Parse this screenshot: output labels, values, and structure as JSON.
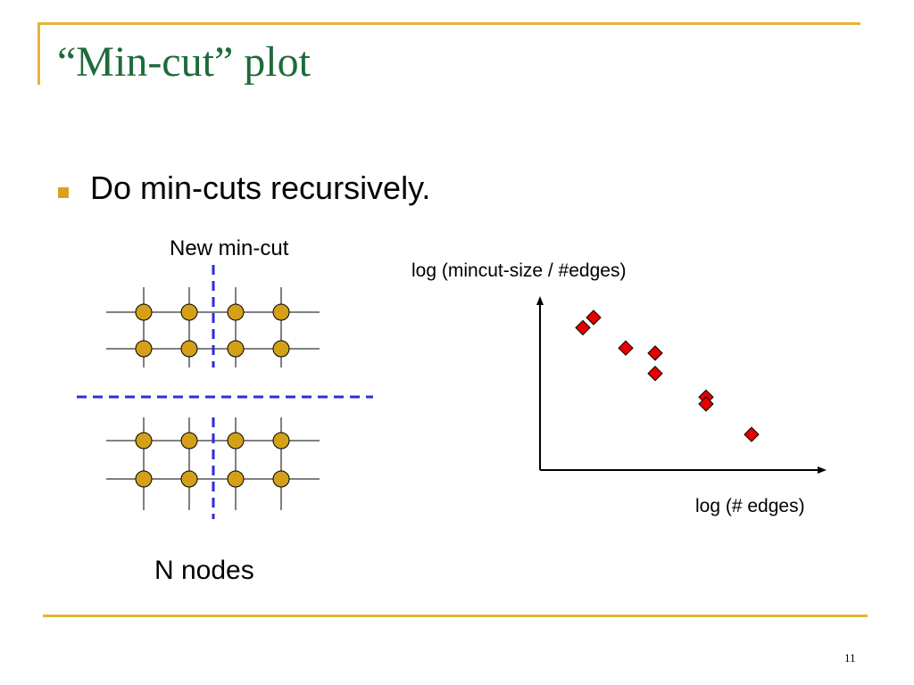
{
  "slide": {
    "title": "“Min-cut” plot",
    "bullet": "Do min-cuts recursively.",
    "page_number": "11"
  },
  "diagram": {
    "top_label": "New min-cut",
    "bottom_label": "N nodes",
    "node_color": "#d4a017",
    "cut_color": "#2d2ddc"
  },
  "chart_data": {
    "type": "scatter",
    "title": "",
    "xlabel": "log (# edges)",
    "ylabel": "log (mincut-size / #edges)",
    "marker": "diamond",
    "marker_color": "#e60000",
    "grid": false,
    "points": [
      {
        "x": 0.2,
        "y": 0.9
      },
      {
        "x": 0.16,
        "y": 0.84
      },
      {
        "x": 0.32,
        "y": 0.72
      },
      {
        "x": 0.43,
        "y": 0.69
      },
      {
        "x": 0.43,
        "y": 0.57
      },
      {
        "x": 0.62,
        "y": 0.43
      },
      {
        "x": 0.62,
        "y": 0.39
      },
      {
        "x": 0.79,
        "y": 0.21
      }
    ],
    "xlim": [
      0,
      1
    ],
    "ylim": [
      0,
      1
    ]
  }
}
